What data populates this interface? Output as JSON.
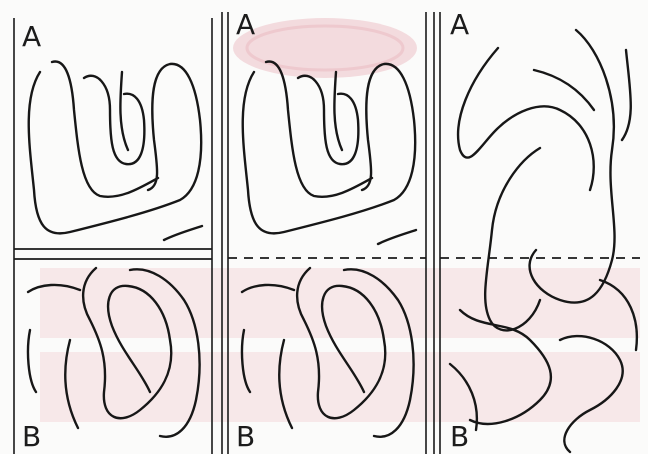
{
  "panels": [
    {
      "label_top": "A",
      "label_bottom": "B",
      "interface": "solid-double-line"
    },
    {
      "label_top": "A",
      "label_bottom": "B",
      "interface": "dashed-line"
    },
    {
      "label_top": "A",
      "label_bottom": "B",
      "interface": "dashed-line"
    }
  ],
  "colors": {
    "ink": "#171717",
    "watermark": "#e6a0a8",
    "paper": "#fbfbfa"
  }
}
